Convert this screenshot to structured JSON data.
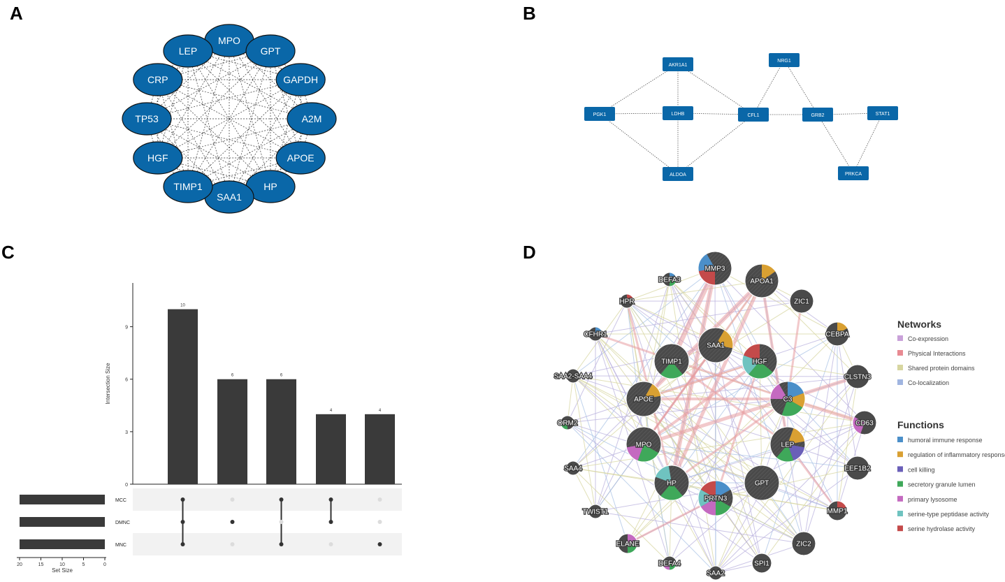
{
  "panel_labels": [
    "A",
    "B",
    "C",
    "D"
  ],
  "colors": {
    "node_blue": "#0a67a8",
    "node_dark": "#4a4a4a",
    "bar": "#3a3a3a",
    "edge_pink": "#e89ca0",
    "edge_purple": "#b9b1dd",
    "edge_yellow": "#d7d6a0",
    "edge_blue": "#a9c3e5"
  },
  "panelA": {
    "nodes": [
      "MPO",
      "GPT",
      "GAPDH",
      "A2M",
      "APOE",
      "HP",
      "SAA1",
      "TIMP1",
      "HGF",
      "TP53",
      "CRP",
      "LEP"
    ]
  },
  "panelB": {
    "nodes": [
      "AKR1A1",
      "NRG1",
      "PGK1",
      "LDHB",
      "CFL1",
      "GRB2",
      "STAT1",
      "ALDOA",
      "PRKCA"
    ],
    "edges": [
      [
        "AKR1A1",
        "PGK1"
      ],
      [
        "AKR1A1",
        "LDHB"
      ],
      [
        "AKR1A1",
        "CFL1"
      ],
      [
        "PGK1",
        "LDHB"
      ],
      [
        "PGK1",
        "ALDOA"
      ],
      [
        "LDHB",
        "CFL1"
      ],
      [
        "LDHB",
        "ALDOA"
      ],
      [
        "ALDOA",
        "CFL1"
      ],
      [
        "CFL1",
        "NRG1"
      ],
      [
        "CFL1",
        "GRB2"
      ],
      [
        "NRG1",
        "GRB2"
      ],
      [
        "GRB2",
        "STAT1"
      ],
      [
        "GRB2",
        "PRKCA"
      ],
      [
        "STAT1",
        "PRKCA"
      ]
    ]
  },
  "panelC": {
    "y_axis_label": "Intersection Size",
    "x_axis_label": "Set Size",
    "sets": [
      "MCC",
      "DMNC",
      "MNC"
    ]
  },
  "chart_data": {
    "type": "bar",
    "categories": [
      "MCC&DMNC&MNC",
      "DMNC",
      "MCC&MNC",
      "MCC&DMNC",
      "MNC"
    ],
    "values": [
      10,
      6,
      6,
      4,
      4
    ],
    "value_labels": [
      "10",
      "6",
      "6",
      "4",
      "4"
    ],
    "ylabel": "Intersection Size",
    "ylim": [
      0,
      11.5
    ],
    "yticks": [
      0,
      3,
      6,
      9
    ],
    "membership": [
      [
        0,
        1,
        2
      ],
      [
        1
      ],
      [
        0,
        2
      ],
      [
        0,
        1
      ],
      [
        2
      ]
    ],
    "set_sizes": {
      "sets": [
        "MCC",
        "DMNC",
        "MNC"
      ],
      "values": [
        20,
        20,
        20
      ],
      "xlabel": "Set Size",
      "xlim": [
        20,
        0
      ],
      "xticks": [
        20,
        15,
        10,
        5,
        0
      ]
    }
  },
  "panelD": {
    "nodes": [
      "MMP3",
      "APOA1",
      "DEFA3",
      "HPR",
      "ZIC1",
      "CFHR1",
      "CEBPA",
      "SAA1",
      "TIMP1",
      "HGF",
      "CLSTN3",
      "SAA2-SAA4",
      "APOE",
      "C3",
      "ORM2",
      "CD63",
      "MPO",
      "LEP",
      "SAA4",
      "EEF1B2",
      "HP",
      "GPT",
      "PRTN3",
      "TWIST1",
      "MMP1",
      "ELANE",
      "ZIC2",
      "DEFA4",
      "SAA2",
      "SPI1"
    ],
    "legend_networks_title": "Networks",
    "legend_networks": [
      {
        "label": "Co-expression",
        "color": "#c9a1d9"
      },
      {
        "label": "Physical Interactions",
        "color": "#e88a92"
      },
      {
        "label": "Shared protein domains",
        "color": "#d7d6a0"
      },
      {
        "label": "Co-localization",
        "color": "#a0b5e0"
      }
    ],
    "legend_functions_title": "Functions",
    "legend_functions": [
      {
        "label": "humoral immune response",
        "color": "#4b8fc9"
      },
      {
        "label": "regulation of inflammatory response",
        "color": "#d9a032"
      },
      {
        "label": "cell killing",
        "color": "#6a5fb8"
      },
      {
        "label": "secretory granule lumen",
        "color": "#3fa85a"
      },
      {
        "label": "primary lysosome",
        "color": "#c46ac0"
      },
      {
        "label": "serine-type peptidase activity",
        "color": "#6fc3c0"
      },
      {
        "label": "serine hydrolase activity",
        "color": "#c44a4a"
      }
    ]
  }
}
